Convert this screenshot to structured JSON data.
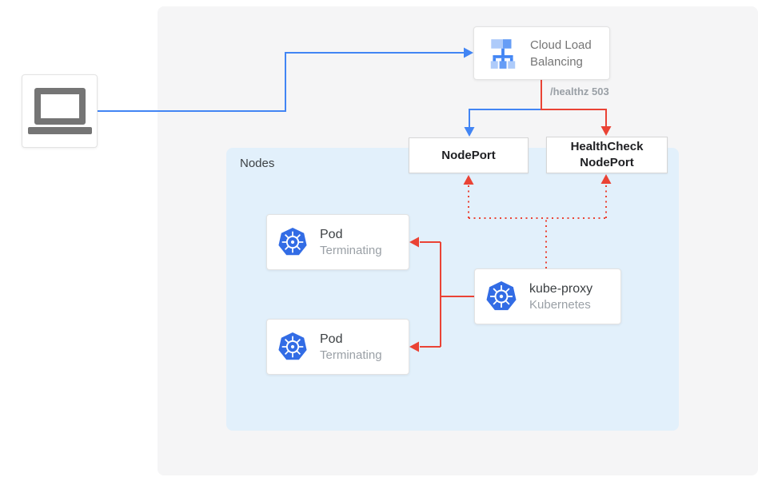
{
  "colors": {
    "blue": "#4285f4",
    "red": "#ea4335",
    "k8s-blue": "#326ce5",
    "clb-light": "#aecbfa",
    "clb-mid": "#669df6",
    "clb-dark": "#4285f4",
    "panel-bg": "#f5f5f6",
    "nodes-bg": "#e2f0fb",
    "text-primary": "#3c4043",
    "text-secondary": "#9aa0a6",
    "text-muted": "#757575",
    "icon-gray": "#757575",
    "card-border": "#e3e3e3",
    "port-border": "#d6d6d6",
    "port-text": "#202124"
  },
  "load_balancer": {
    "label": "Cloud Load Balancing"
  },
  "health_check_label": "/healthz 503",
  "node_port": {
    "label": "NodePort"
  },
  "health_check_node_port": {
    "label": "HealthCheck NodePort"
  },
  "nodes": {
    "label": "Nodes"
  },
  "pods": [
    {
      "title": "Pod",
      "status": "Terminating"
    },
    {
      "title": "Pod",
      "status": "Terminating"
    }
  ],
  "kube_proxy": {
    "title": "kube-proxy",
    "subtitle": "Kubernetes"
  }
}
